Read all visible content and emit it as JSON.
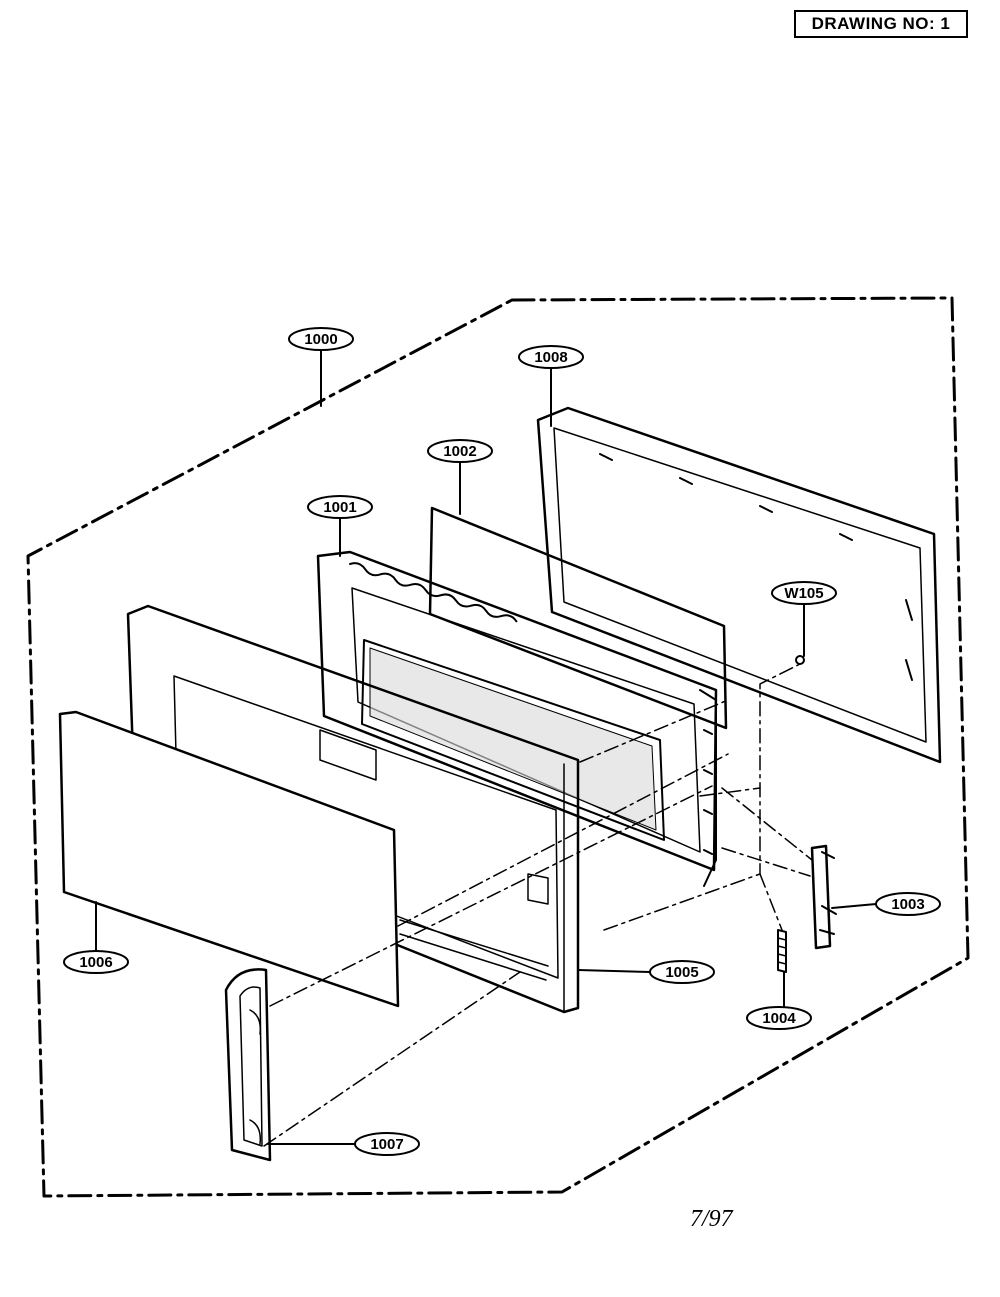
{
  "header": {
    "drawing_label": "DRAWING NO:",
    "drawing_number": "1"
  },
  "footer": {
    "date": "7/97"
  },
  "callouts": [
    {
      "id": "1000",
      "label": "1000"
    },
    {
      "id": "1008",
      "label": "1008"
    },
    {
      "id": "1002",
      "label": "1002"
    },
    {
      "id": "1001",
      "label": "1001"
    },
    {
      "id": "w105",
      "label": "W105"
    },
    {
      "id": "1003",
      "label": "1003"
    },
    {
      "id": "1006",
      "label": "1006"
    },
    {
      "id": "1005",
      "label": "1005"
    },
    {
      "id": "1004",
      "label": "1004"
    },
    {
      "id": "1007",
      "label": "1007"
    }
  ]
}
